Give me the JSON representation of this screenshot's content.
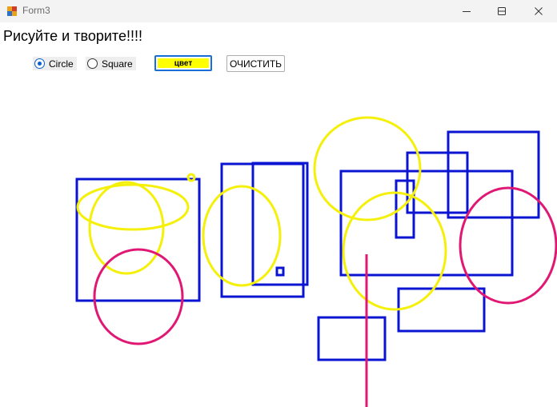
{
  "window": {
    "title": "Form3"
  },
  "heading": "Рисуйте и творите!!!!",
  "controls": {
    "circle_label": "Circle",
    "square_label": "Square",
    "color_button_label": "цвет",
    "clear_button_label": "ОЧИСТИТЬ",
    "selected_shape": "Circle"
  },
  "colors": {
    "blue": "#0a14d2",
    "yellow": "#f5f00a",
    "pink": "#e01873",
    "current_color": "#ffff00"
  },
  "icons": {
    "app": "app-icon",
    "minimize": "minimize-icon",
    "maximize": "maximize-icon",
    "close": "close-icon"
  }
}
